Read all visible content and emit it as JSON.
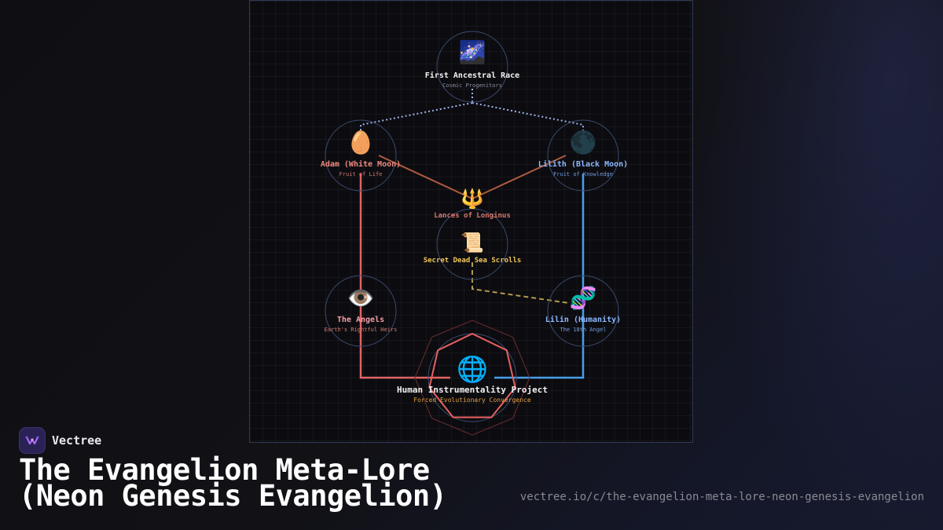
{
  "nodes": {
    "first_race": {
      "emoji": "🌌",
      "title": "First Ancestral Race",
      "subtitle": "Cosmic Progenitors"
    },
    "adam": {
      "emoji": "🥚",
      "title": "Adam (White Moon)",
      "subtitle": "Fruit of Life"
    },
    "lilith": {
      "emoji": "🌑",
      "title": "Lilith (Black Moon)",
      "subtitle": "Fruit of Knowledge"
    },
    "lances": {
      "emoji": "🔱",
      "title": "Lances of Longinus"
    },
    "scrolls": {
      "emoji": "📜",
      "title": "Secret Dead Sea Scrolls"
    },
    "angels": {
      "emoji": "👁️",
      "title": "The Angels",
      "subtitle": "Earth's Rightful Heirs"
    },
    "lilin": {
      "emoji": "🧬",
      "title": "Lilin (Humanity)",
      "subtitle": "The 18th Angel"
    },
    "hip": {
      "emoji": "🌐",
      "title": "Human Instrumentality Project",
      "subtitle": "Forced Evolutionary Convergence"
    }
  },
  "colors": {
    "adam_line": "#e06464",
    "lilith_line": "#4a9ee8",
    "ancestral_dots": "#9db4e8",
    "scroll_dash": "#b59a4a",
    "lance_line": "#b05a40",
    "node_ring": "#3a4a6e"
  },
  "footer": {
    "brand": "Vectree",
    "title_line1": "The Evangelion Meta-Lore",
    "title_line2": "(Neon Genesis Evangelion)",
    "url": "vectree.io/c/the-evangelion-meta-lore-neon-genesis-evangelion"
  }
}
